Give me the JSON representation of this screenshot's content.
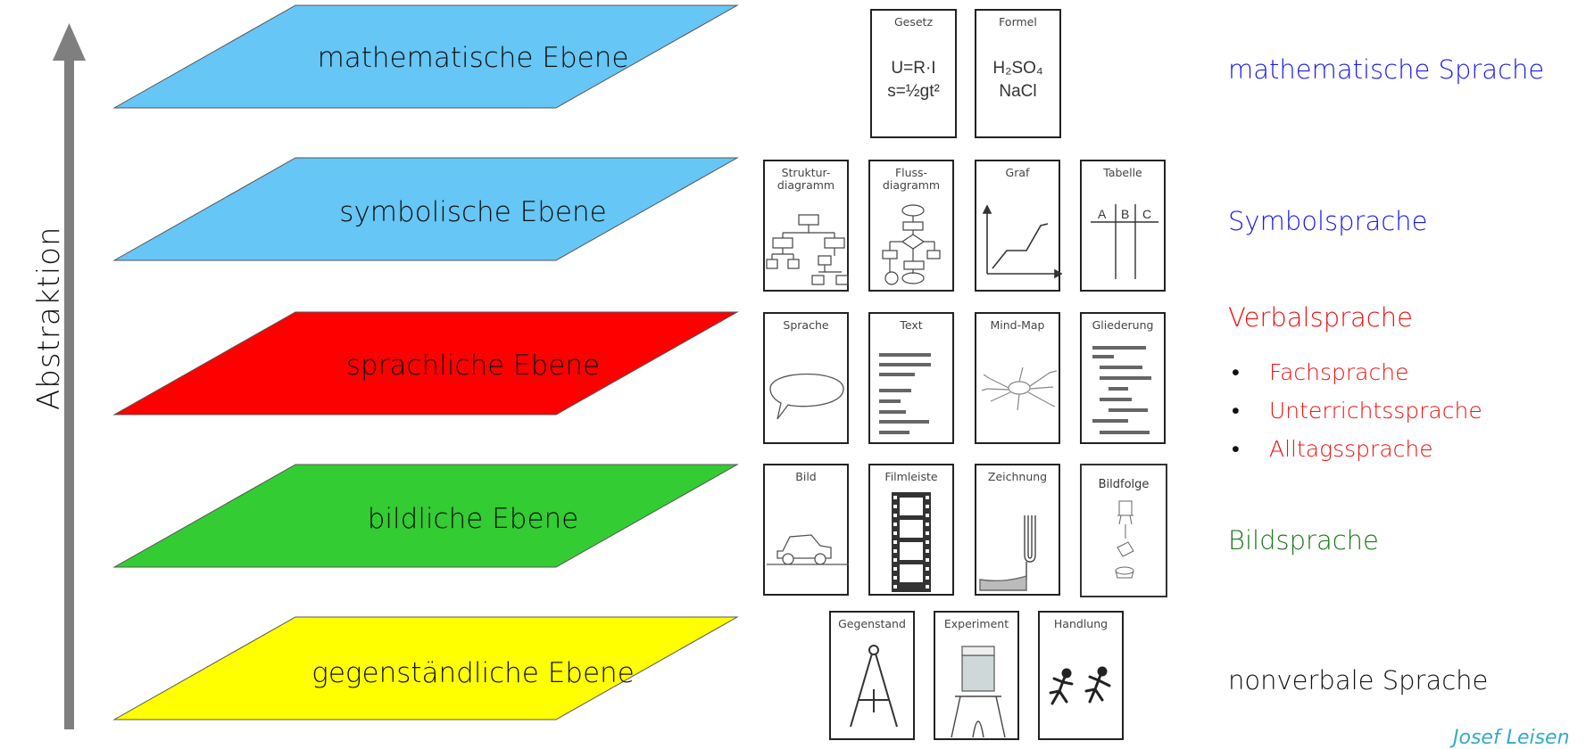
{
  "axis": {
    "label": "Abstraktion"
  },
  "levels": [
    {
      "label": "mathematische Ebene",
      "color": "#66c6f5"
    },
    {
      "label": "symbolische Ebene",
      "color": "#66c6f5"
    },
    {
      "label": "sprachliche Ebene",
      "color": "#ff0000"
    },
    {
      "label": "bildliche Ebene",
      "color": "#33cc33"
    },
    {
      "label": "gegenständliche Ebene",
      "color": "#ffff00"
    }
  ],
  "cards": {
    "mathematical": [
      {
        "title": "Gesetz",
        "line1": "U=R·I",
        "line2": "s=½gt²",
        "icon": "formula-icon"
      },
      {
        "title": "Formel",
        "line1": "H₂SO₄",
        "line2": "NaCl",
        "icon": "chemical-formula-icon"
      }
    ],
    "symbolic": [
      {
        "title": "Struktur-",
        "title2": "diagramm",
        "icon": "structure-diagram-icon"
      },
      {
        "title": "Fluss-",
        "title2": "diagramm",
        "icon": "flow-diagram-icon"
      },
      {
        "title": "Graf",
        "icon": "graph-icon"
      },
      {
        "title": "Tabelle",
        "headers": [
          "A",
          "B",
          "C"
        ],
        "icon": "table-icon"
      }
    ],
    "verbal": [
      {
        "title": "Sprache",
        "icon": "speech-bubble-icon"
      },
      {
        "title": "Text",
        "icon": "text-lines-icon"
      },
      {
        "title": "Mind-Map",
        "icon": "mind-map-icon"
      },
      {
        "title": "Gliederung",
        "icon": "outline-icon"
      }
    ],
    "pictorial": [
      {
        "title": "Bild",
        "icon": "car-icon"
      },
      {
        "title": "Filmleiste",
        "icon": "film-strip-icon"
      },
      {
        "title": "Zeichnung",
        "icon": "u-tube-icon"
      },
      {
        "title": "Bildfolge",
        "icon": "image-sequence-icon"
      }
    ],
    "concrete": [
      {
        "title": "Gegenstand",
        "icon": "compass-icon"
      },
      {
        "title": "Experiment",
        "icon": "beaker-icon"
      },
      {
        "title": "Handlung",
        "icon": "running-figures-icon"
      }
    ]
  },
  "languages": {
    "mathematical": {
      "text": "mathematische Sprache",
      "color": "#1a1aee"
    },
    "symbolic": {
      "text": "Symbolsprache",
      "color": "#1a1aee"
    },
    "verbal": {
      "text": "Verbalsprache",
      "color": "#ee1111"
    },
    "verbal_items": [
      "Fachsprache",
      "Unterrichtssprache",
      "Alltagssprache"
    ],
    "pictorial": {
      "text": "Bildsprache",
      "color": "#1a7a1a"
    },
    "concrete": {
      "text": "nonverbale Sprache",
      "color": "#111111"
    }
  },
  "author": "Josef Leisen"
}
